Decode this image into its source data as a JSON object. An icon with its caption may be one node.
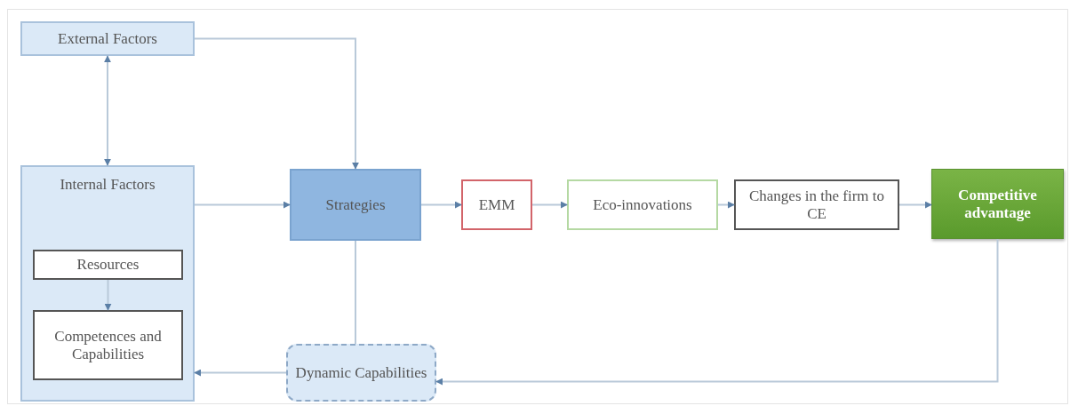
{
  "diagram": {
    "nodes": [
      {
        "text": [
          "External Factors"
        ]
      },
      {
        "text": [
          "Internal Factors"
        ]
      },
      {
        "text": [
          "Resources"
        ],
        "in": 1
      },
      {
        "text": [
          "Competences and Capabilities"
        ],
        "in": 1
      },
      {
        "text": [
          "Strategies"
        ]
      },
      {
        "text": [
          "EMM"
        ]
      },
      {
        "text": [
          "Eco-innovations"
        ]
      },
      {
        "text": [
          "Changes in the firm to CE"
        ]
      },
      {
        "text": [
          "Competitive advantage"
        ]
      },
      {
        "text": [
          "Dynamic Capabilities"
        ]
      }
    ],
    "edges": [
      {
        "from": 0,
        "to": 1,
        "arrow": "both"
      },
      {
        "from": 0,
        "to": 4,
        "arrow": "to"
      },
      {
        "from": 1,
        "to": 4,
        "arrow": "to"
      },
      {
        "from": 4,
        "to": 5,
        "arrow": "to"
      },
      {
        "from": 5,
        "to": 6,
        "arrow": "to"
      },
      {
        "from": 6,
        "to": 7,
        "arrow": "to"
      },
      {
        "from": 7,
        "to": 8,
        "arrow": "to"
      },
      {
        "from": 2,
        "to": 3,
        "arrow": "to"
      },
      {
        "from": 8,
        "to": 9,
        "arrow": "to"
      },
      {
        "from": 4,
        "to": 9,
        "arrow": "none"
      },
      {
        "from": 9,
        "to": 1,
        "arrow": "to"
      }
    ]
  }
}
